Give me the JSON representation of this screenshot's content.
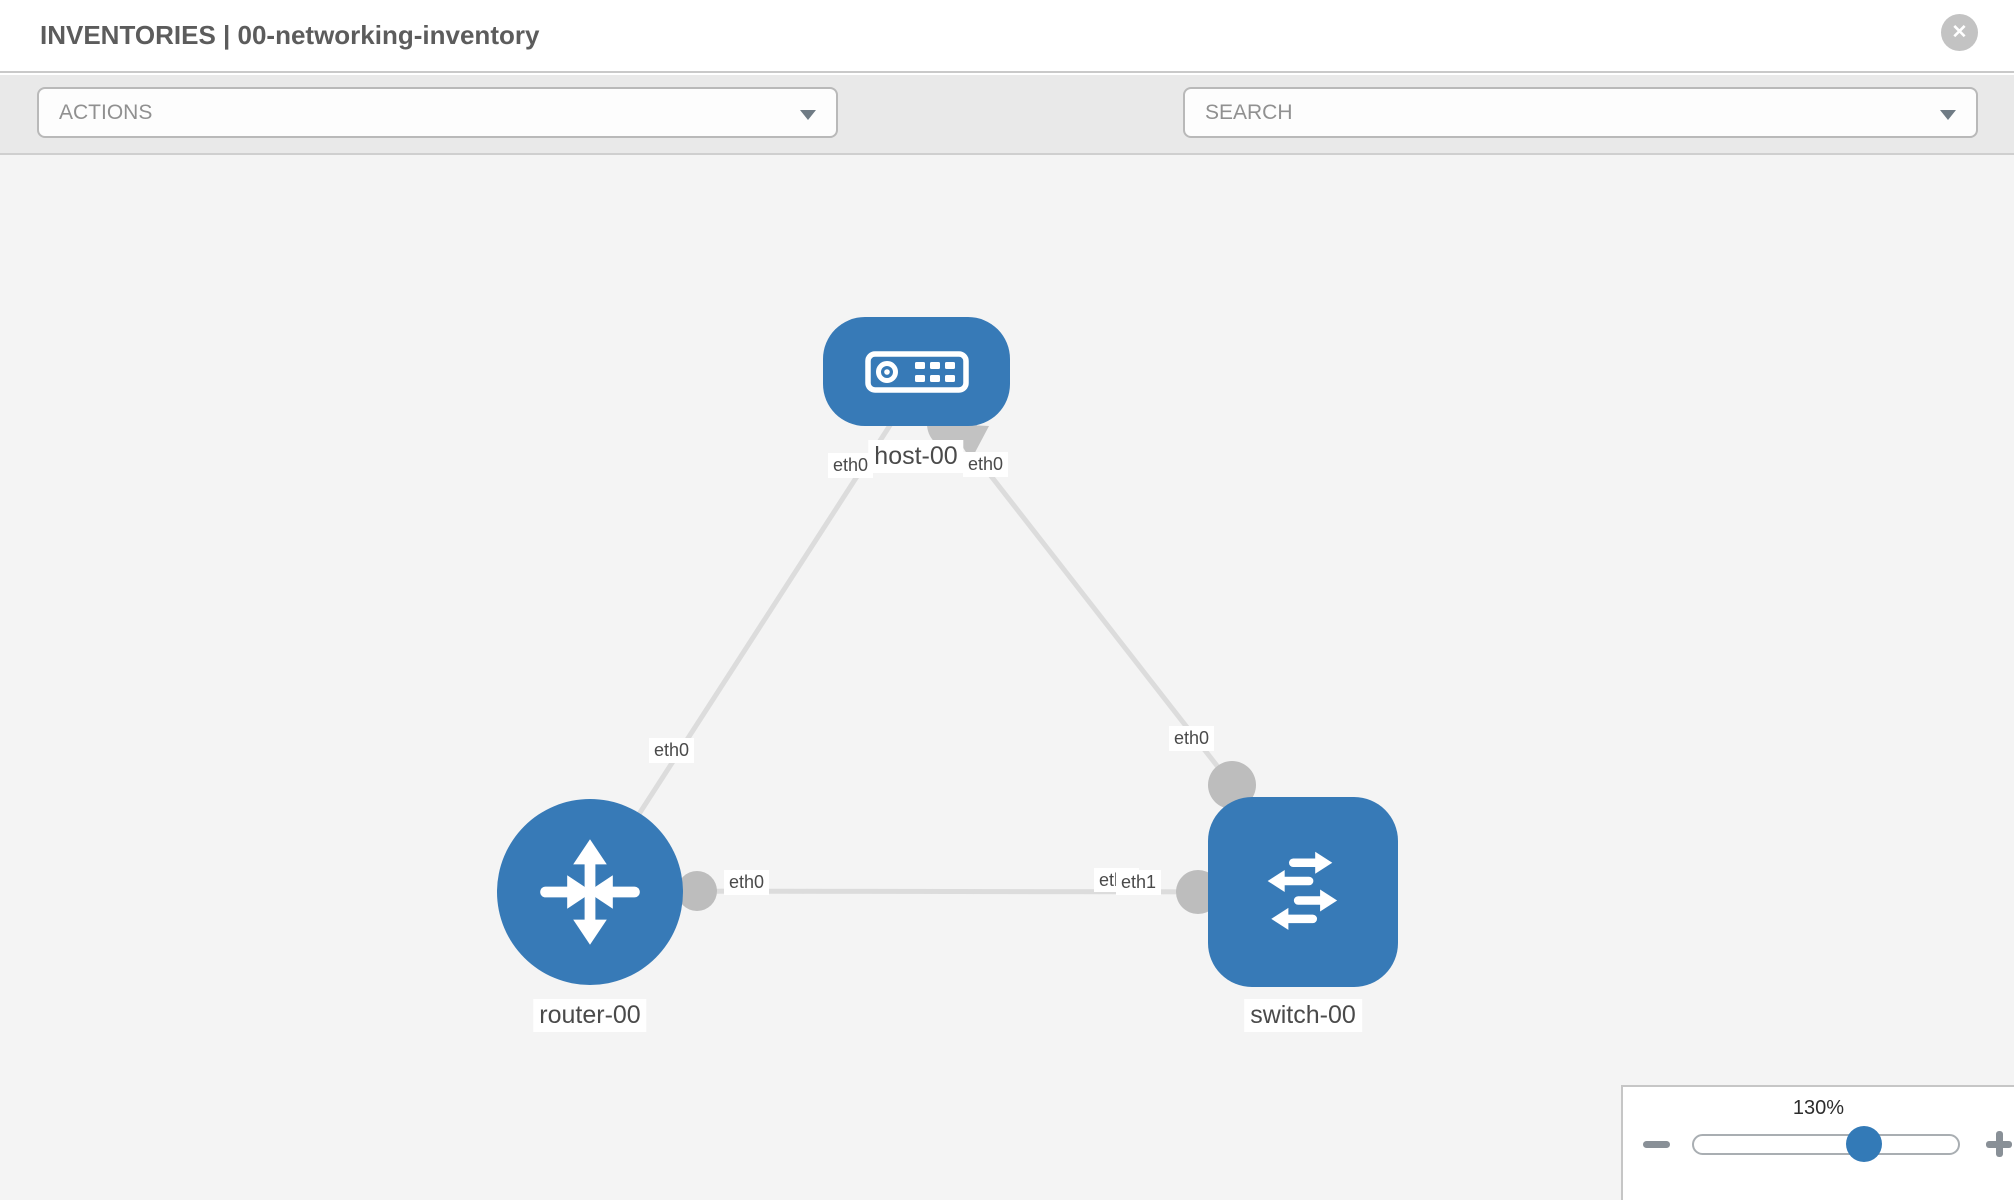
{
  "header": {
    "title": "INVENTORIES | 00-networking-inventory",
    "close_icon": "x-circle"
  },
  "toolbar": {
    "actions_label": "ACTIONS",
    "search_label": "SEARCH",
    "wrench_icon": "wrench",
    "key_icon": "key",
    "caret_icon": "chevron-down"
  },
  "topology": {
    "nodes": [
      {
        "id": "host-00",
        "label": "host-00",
        "type": "host",
        "shape": "rounded-rect"
      },
      {
        "id": "router-00",
        "label": "router-00",
        "type": "router",
        "shape": "circle"
      },
      {
        "id": "switch-00",
        "label": "switch-00",
        "type": "switch",
        "shape": "rounded-square"
      }
    ],
    "links": [
      {
        "from": "host-00",
        "to": "router-00",
        "from_interface": "eth0",
        "to_interface": "eth0"
      },
      {
        "from": "host-00",
        "to": "switch-00",
        "from_interface": "eth0",
        "to_interface": "eth0"
      },
      {
        "from": "router-00",
        "to": "switch-00",
        "from_interface": "eth0",
        "to_interface": "eth1"
      }
    ],
    "interface_labels": {
      "host_left": "eth0",
      "host_right": "eth0",
      "host_router_mid": "eth0",
      "host_switch_mid": "eth0",
      "router_side": "eth0",
      "switch_side_under": "eth0",
      "switch_side_over": "eth1"
    }
  },
  "zoom_control": {
    "level": "130%",
    "slider_percent": 64,
    "minus_icon": "minus",
    "plus_icon": "plus"
  },
  "colors": {
    "node_fill": "#377ab7",
    "link": "#dcdcdc",
    "connector_dot": "#c2c2c2",
    "canvas_bg": "#f4f4f4",
    "toolbar_bg": "#e9e9e9",
    "slider_handle": "#337ab7",
    "title_text": "#5c5c5c"
  }
}
